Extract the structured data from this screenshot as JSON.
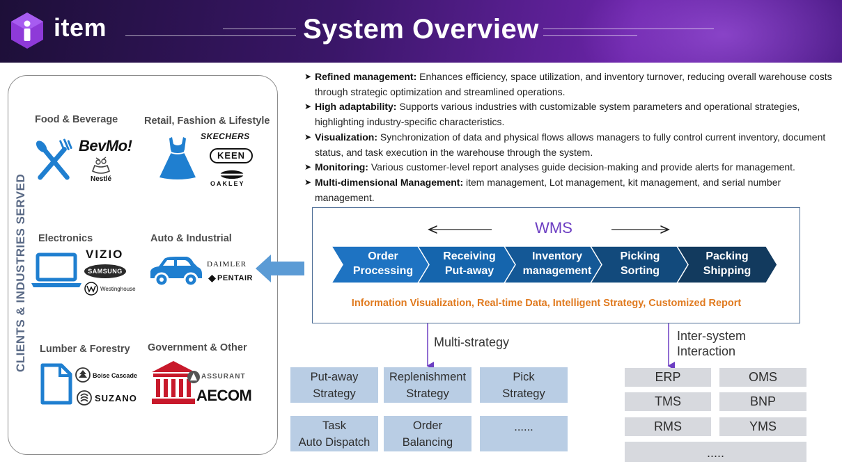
{
  "header": {
    "brand": "item",
    "title": "System Overview"
  },
  "clients": {
    "vertical_label": "CLIENTS & INDUSTRIES SERVED",
    "categories": [
      {
        "title": "Food & Beverage",
        "icon": "fork-knife-icon",
        "brands": [
          "BevMo!",
          "Nestlé"
        ]
      },
      {
        "title": "Retail, Fashion & Lifestyle",
        "icon": "dress-icon",
        "brands": [
          "SKECHERS",
          "KEEN",
          "OAKLEY"
        ]
      },
      {
        "title": "Electronics",
        "icon": "laptop-icon",
        "brands": [
          "VIZIO",
          "SAMSUNG",
          "Westinghouse"
        ]
      },
      {
        "title": "Auto & Industrial",
        "icon": "car-icon",
        "brands": [
          "DAIMLER",
          "PENTAIR"
        ]
      },
      {
        "title": "Lumber & Forestry",
        "icon": "document-icon",
        "brands": [
          "Boise Cascade",
          "SUZANO"
        ]
      },
      {
        "title": "Government & Other",
        "icon": "courthouse-icon",
        "brands": [
          "ASSURANT",
          "AECOM"
        ]
      }
    ]
  },
  "bullets": [
    {
      "bold": "Refined management:",
      "text": " Enhances efficiency, space utilization, and inventory turnover, reducing overall warehouse costs through strategic optimization and streamlined operations."
    },
    {
      "bold": "High adaptability:",
      "text": " Supports various industries with customizable system parameters and operational strategies, highlighting industry-specific characteristics."
    },
    {
      "bold": "Visualization:",
      "text": " Synchronization of data and physical flows allows managers to fully control current inventory, document status, and task execution in the warehouse through the system."
    },
    {
      "bold": "Monitoring:",
      "text": " Various customer-level report analyses guide decision-making and provide alerts for management."
    },
    {
      "bold": "Multi-dimensional Management:",
      "text": " item management, Lot management, kit management, and serial number management."
    }
  ],
  "wms": {
    "title": "WMS",
    "steps": [
      {
        "line1": "Order",
        "line2": "Processing"
      },
      {
        "line1": "Receiving",
        "line2": "Put-away"
      },
      {
        "line1": "Inventory",
        "line2": "management"
      },
      {
        "line1": "Picking",
        "line2": "Sorting"
      },
      {
        "line1": "Packing",
        "line2": "Shipping"
      }
    ],
    "step_colors": [
      "#1e73c2",
      "#1565ad",
      "#145896",
      "#124a7c",
      "#123a5e"
    ],
    "tagline": "Information Visualization, Real-time Data, Intelligent Strategy, Customized Report"
  },
  "strategy": {
    "label": "Multi-strategy",
    "tiles": [
      {
        "line1": "Put-away",
        "line2": "Strategy"
      },
      {
        "line1": "Replenishment",
        "line2": "Strategy"
      },
      {
        "line1": "Pick",
        "line2": "Strategy"
      },
      {
        "line1": "Task",
        "line2": "Auto Dispatch"
      },
      {
        "line1": "Order",
        "line2": "Balancing"
      },
      {
        "line1": "......",
        "line2": ""
      }
    ]
  },
  "systems": {
    "label_line1": "Inter-system",
    "label_line2": "Interaction",
    "items": [
      "ERP",
      "OMS",
      "TMS",
      "BNP",
      "RMS",
      "YMS",
      "....."
    ]
  },
  "colors": {
    "accent_purple": "#6c3ec2",
    "accent_orange": "#e07a1f",
    "icon_blue": "#1f7fd0",
    "tile_blue": "#b9cde4",
    "tile_gray": "#d7d9de"
  }
}
